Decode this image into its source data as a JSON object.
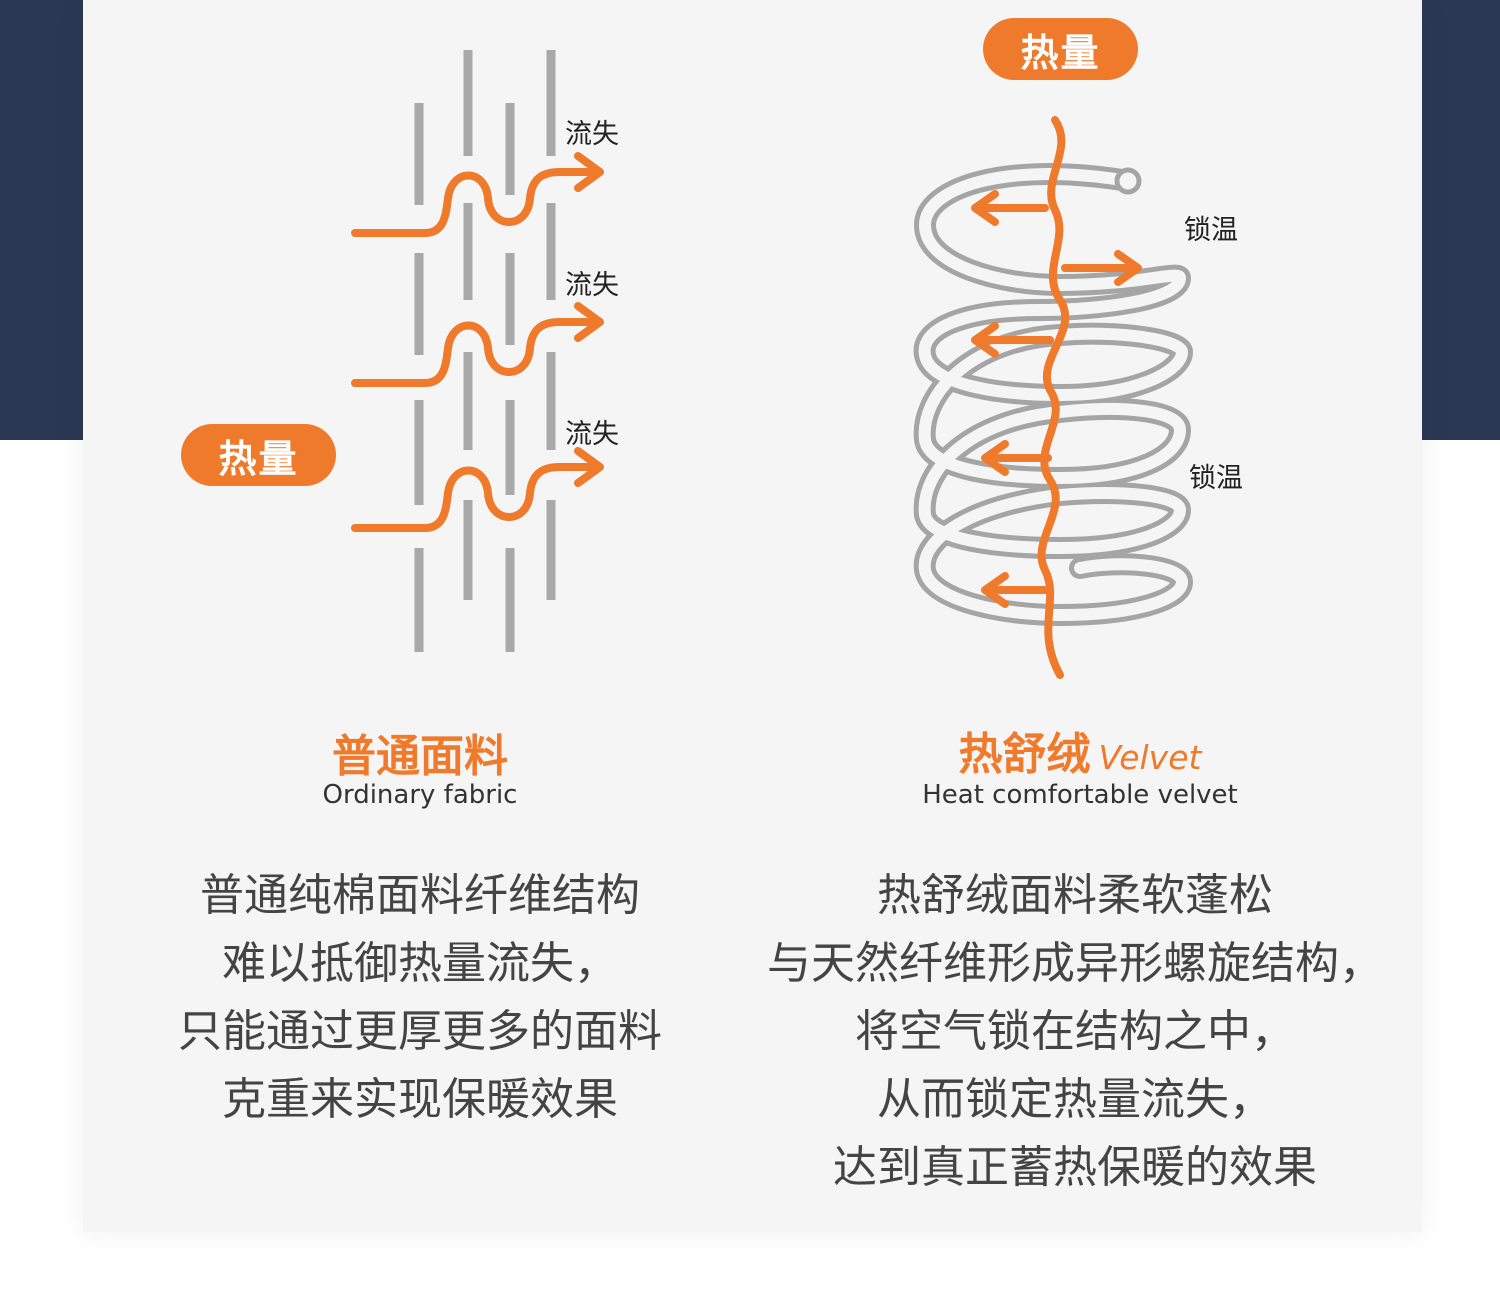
{
  "left": {
    "heat_badge": "热量",
    "loss_labels": [
      "流失",
      "流失",
      "流失"
    ],
    "title_cn": "普通面料",
    "title_en": "Ordinary fabric",
    "description_lines": [
      "普通纯棉面料纤维结构",
      "难以抵御热量流失，",
      "只能通过更厚更多的面料",
      "克重来实现保暖效果"
    ]
  },
  "right": {
    "heat_badge": "热量",
    "lock_labels": [
      "锁温",
      "锁温"
    ],
    "title_cn": "热舒绒",
    "title_suffix": "Velvet",
    "title_en": "Heat comfortable velvet",
    "description_lines": [
      "热舒绒面料柔软蓬松",
      "与天然纤维形成异形螺旋结构，",
      "将空气锁在结构之中，",
      "从而锁定热量流失，",
      "达到真正蓄热保暖的效果"
    ]
  },
  "colors": {
    "accent": "#f07a2c",
    "fiber_gray": "#a9a9a9",
    "background_navy": "#2b3854",
    "card": "#f5f5f5"
  }
}
